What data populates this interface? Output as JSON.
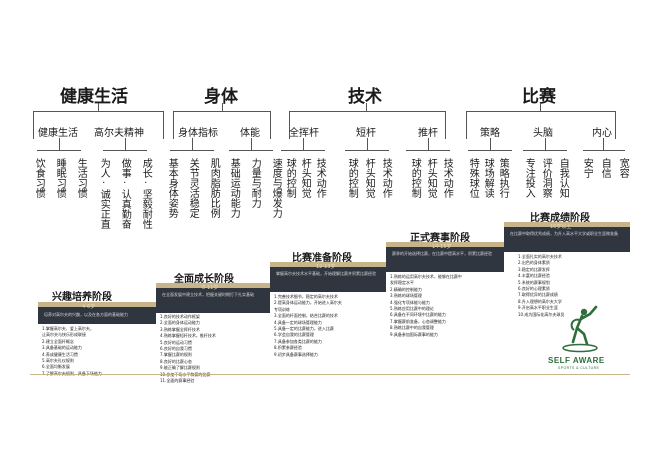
{
  "tree": [
    {
      "category": "健康生活",
      "subs": [
        {
          "label": "健康生活",
          "leaves": [
            "饮食习惯",
            "睡眠习惯",
            "生活习惯"
          ]
        },
        {
          "label": "高尔夫精神",
          "leaves": [
            "为人·诚实正直",
            "做事·认真勤奋",
            "成长·坚毅耐性"
          ]
        }
      ]
    },
    {
      "category": "身体",
      "subs": [
        {
          "label": "身体指标",
          "leaves": [
            "基本身体姿势",
            "关节灵活稳定",
            "肌肉脂肪比例"
          ]
        },
        {
          "label": "体能",
          "leaves": [
            "基础运动能力",
            "力量与耐力",
            "速度与爆发力"
          ]
        }
      ]
    },
    {
      "category": "技术",
      "subs": [
        {
          "label": "全挥杆",
          "leaves": [
            "球的控制",
            "杆头知觉",
            "技术动作"
          ]
        },
        {
          "label": "短杆",
          "leaves": [
            "球的控制",
            "杆头知觉",
            "技术动作"
          ]
        },
        {
          "label": "推杆",
          "leaves": [
            "球的控制",
            "杆头知觉",
            "技术动作"
          ]
        }
      ]
    },
    {
      "category": "比赛",
      "subs": [
        {
          "label": "策略",
          "leaves": [
            "特殊球位",
            "球场解读",
            "策略执行"
          ]
        },
        {
          "label": "头脑",
          "leaves": [
            "专注投入",
            "评价洞察",
            "自我认知"
          ]
        },
        {
          "label": "内心",
          "leaves": [
            "安宁",
            "自信",
            "宽容"
          ]
        }
      ]
    }
  ],
  "stages": [
    {
      "title": "兴趣培养阶段",
      "age": "4-6岁",
      "desc": "培养对高尔夫的兴趣，以及在各方面的基础能力",
      "items": [
        "1.掌握高尔夫、爱上高尔夫，",
        "  让高尔夫与快乐形成联接",
        "2.建立全面杆概念",
        "3.具备基础的运动能力",
        "4.养成健康生活习惯",
        "5.高尔夫礼仪规则",
        "6.全面均衡发展",
        "7.了解高尔夫规则，具备下场能力"
      ]
    },
    {
      "title": "全面成长阶段",
      "age": "8-11岁",
      "desc": "在全面发展中建立技术，把握关键时期打下扎实基础",
      "items": [
        "1.良好的技术动作框架",
        "2.全面的身体运动能力",
        "3.熟练掌握全挥杆技术",
        "4.熟练掌握短杆技术，推杆技术",
        "5.良好的运动习惯",
        "6.良好的自我习惯",
        "7.掌握比赛的规则",
        "8.良好的比赛心态",
        "9.能正确了解比赛规则",
        "10.参加下场水平和赛的比赛",
        "11.全面的赛事经验"
      ]
    },
    {
      "title": "比赛准备阶段",
      "age": "12-13岁",
      "desc": "掌握高尔夫技术水平基础，开始理解比赛并积累比赛经验",
      "items": [
        "1.完善技术细节，稳定的高尔夫技术",
        "2.提高身体运动能力，开始进入高尔夫",
        "  专项训练",
        "3.全面的杆面控制，结合比赛的技术",
        "4.具备一定的球场管理能力",
        "5.具备一定的比赛能力，进入比赛",
        "6.学会自我的比赛管理",
        "7.具备参加各类比赛的能力",
        "8.积累参赛经验",
        "9.初步具备赛事选择能力"
      ]
    },
    {
      "title": "正式赛事阶段",
      "age": "14-15岁",
      "desc": "赛季的开始选择比赛，在比赛中提高水平，积累比赛经验",
      "items": [
        "1.熟练的运用高尔夫技术，能够在比赛中",
        "  发挥稳定水平",
        "2.精确的控制能力",
        "3.熟练的球场管理",
        "4.强化专项体能与能力",
        "5.熟练应用比赛中的理论",
        "6.具备在不同环境中比赛的能力",
        "7.掌握赛前准备，心态调整能力",
        "8.熟练比赛中的自我管理",
        "9.具备参加国际赛事的能力"
      ]
    },
    {
      "title": "比赛成绩阶段",
      "age": "16岁以上",
      "desc": "在比赛中取得优秀成绩，为升入高水平大学或职业生涯做准备",
      "items": [
        "1.全面扎实的高尔夫技术",
        "2.出色的身体素质",
        "3.稳定的比赛发挥",
        "4.丰富的比赛经验",
        "5.系统的赛事规划",
        "6.良好的心理素质",
        "7.取得优异的比赛成绩",
        "8.升入理想的高尔夫大学",
        "9.开启高水平职业生涯",
        "10.成为国际化高尔夫球员"
      ]
    }
  ],
  "logo": {
    "name": "SELF AWARE",
    "tagline": "SPORTS & CULTURE"
  },
  "colors": {
    "step": "#2f3640",
    "band": "#c8b48a",
    "logo": "#2e6e3a"
  }
}
